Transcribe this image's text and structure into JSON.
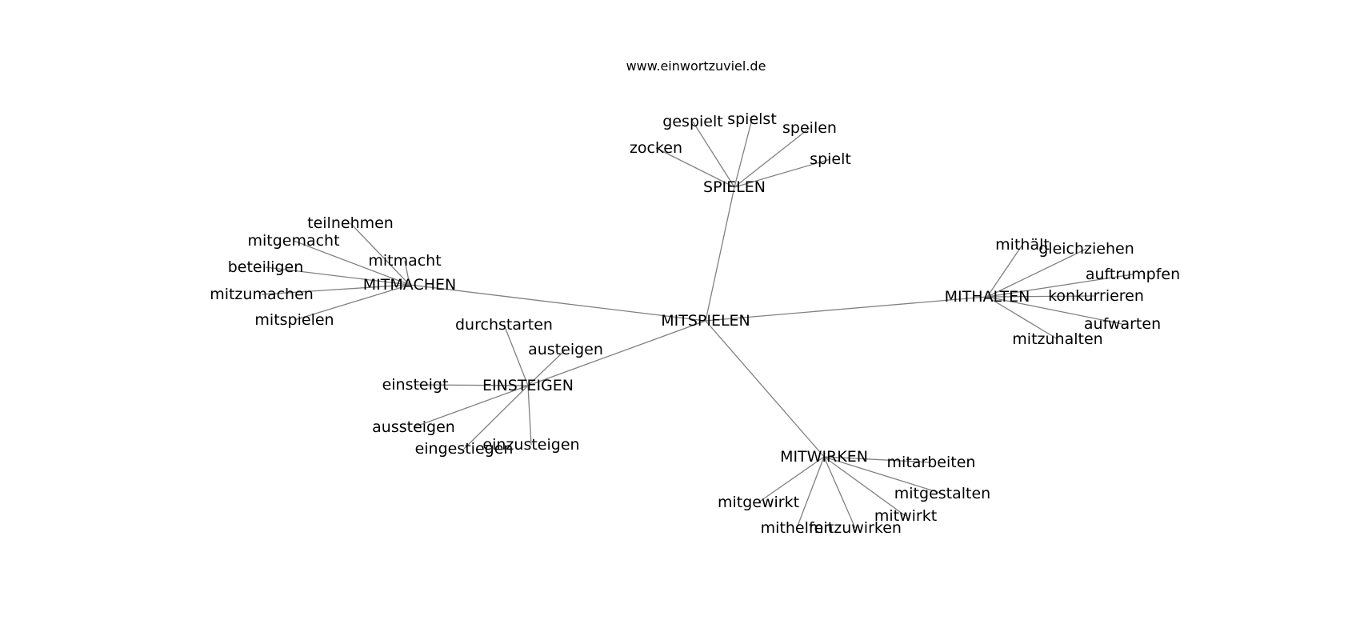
{
  "header": {
    "site": "www.einwortzuviel.de"
  },
  "graph": {
    "root": "MITSPIELEN",
    "hubs": [
      {
        "id": "spielen",
        "label": "SPIELEN",
        "leaves": [
          "zocken",
          "gespielt",
          "spielst",
          "speilen",
          "spielt"
        ]
      },
      {
        "id": "mitmachen",
        "label": "MITMACHEN",
        "leaves": [
          "teilnehmen",
          "mitgemacht",
          "mitmacht",
          "beteiligen",
          "mitzumachen",
          "mitspielen"
        ]
      },
      {
        "id": "einsteigen",
        "label": "EINSTEIGEN",
        "leaves": [
          "durchstarten",
          "austeigen",
          "einsteigt",
          "aussteigen",
          "eingestiegen",
          "einzusteigen"
        ]
      },
      {
        "id": "mithalten",
        "label": "MITHALTEN",
        "leaves": [
          "mithält",
          "gleichziehen",
          "auftrumpfen",
          "konkurrieren",
          "aufwarten",
          "mitzuhalten"
        ]
      },
      {
        "id": "mitwirken",
        "label": "MITWIRKEN",
        "leaves": [
          "mitarbeiten",
          "mitgestalten",
          "mitwirkt",
          "mitgewirkt",
          "mithelfen",
          "mitzuwirken"
        ]
      }
    ]
  }
}
